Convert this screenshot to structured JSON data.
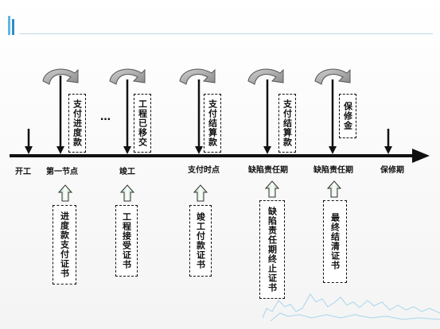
{
  "timeline": {
    "labels": [
      "开工",
      "第一节点",
      "竣工",
      "支付时点",
      "缺陷责任期",
      "缺陷责任期",
      "保修期"
    ],
    "ellipsis": "…"
  },
  "payments_above": [
    "支付进度款",
    "工程已移交",
    "支付结算款",
    "支付结算款",
    "保修金"
  ],
  "certificates_below": [
    "进度款支付证书",
    "工程接受证书",
    "竣工付款证书",
    "缺陷责任期终止证书",
    "最终结清证书"
  ]
}
